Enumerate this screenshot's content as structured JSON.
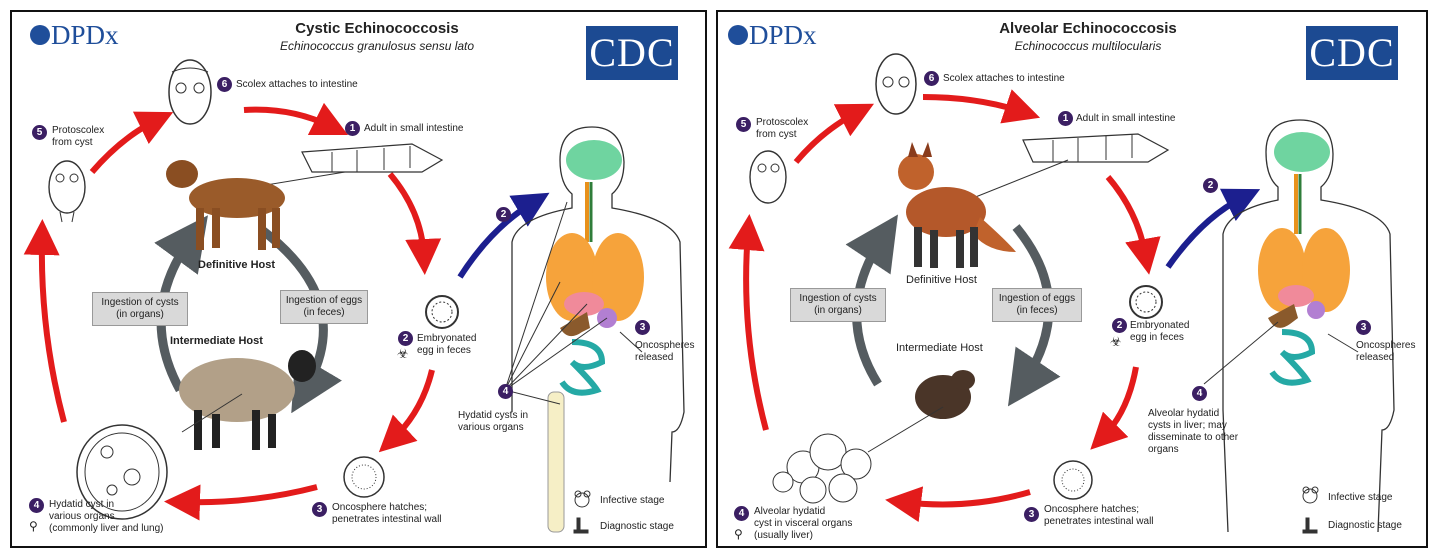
{
  "panels": [
    {
      "logo": "DPDx",
      "cdc": "CDC",
      "title": "Cystic Echinococcosis",
      "subtitle": "Echinococcus granulosus sensu lato",
      "stages": {
        "s1": {
          "num": "1",
          "label": "Adult in small intestine"
        },
        "s2a": {
          "num": "2",
          "label": ""
        },
        "s2b": {
          "num": "2",
          "label": "Embryonated\negg in feces"
        },
        "s3a": {
          "num": "3",
          "label": "Oncospheres\nreleased"
        },
        "s3b": {
          "num": "3",
          "label": "Oncosphere hatches;\npenetrates intestinal wall"
        },
        "s4a": {
          "num": "4",
          "label": "Hydatid cysts in\nvarious organs"
        },
        "s4b": {
          "num": "4",
          "label": "Hydatid cyst in\nvarious organs\n(commonly liver and lung)"
        },
        "s5": {
          "num": "5",
          "label": "Protoscolex\nfrom cyst"
        },
        "s6": {
          "num": "6",
          "label": "Scolex attaches to intestine"
        }
      },
      "definitive_host": "Definitive Host",
      "intermediate_host": "Intermediate Host",
      "box_cysts": "Ingestion of cysts\n(in organs)",
      "box_eggs": "Ingestion of eggs\n(in feces)",
      "legend": {
        "infective": "Infective stage",
        "diagnostic": "Diagnostic stage"
      }
    },
    {
      "logo": "DPDx",
      "cdc": "CDC",
      "title": "Alveolar Echinococcosis",
      "subtitle": "Echinococcus multilocularis",
      "stages": {
        "s1": {
          "num": "1",
          "label": "Adult in small intestine"
        },
        "s2a": {
          "num": "2",
          "label": ""
        },
        "s2b": {
          "num": "2",
          "label": "Embryonated\negg in feces"
        },
        "s3a": {
          "num": "3",
          "label": "Oncospheres\nreleased"
        },
        "s3b": {
          "num": "3",
          "label": "Oncosphere hatches;\npenetrates intestinal wall"
        },
        "s4a": {
          "num": "4",
          "label": "Alveolar hydatid\ncysts in liver; may\ndisseminate to other\norgans"
        },
        "s4b": {
          "num": "4",
          "label": "Alveolar hydatid\ncyst in visceral organs\n(usually liver)"
        },
        "s5": {
          "num": "5",
          "label": "Protoscolex\nfrom cyst"
        },
        "s6": {
          "num": "6",
          "label": "Scolex attaches to intestine"
        }
      },
      "definitive_host": "Definitive Host",
      "intermediate_host": "Intermediate Host",
      "box_cysts": "Ingestion of cysts\n(in organs)",
      "box_eggs": "Ingestion of eggs\n(in feces)",
      "legend": {
        "infective": "Infective stage",
        "diagnostic": "Diagnostic stage"
      }
    }
  ]
}
